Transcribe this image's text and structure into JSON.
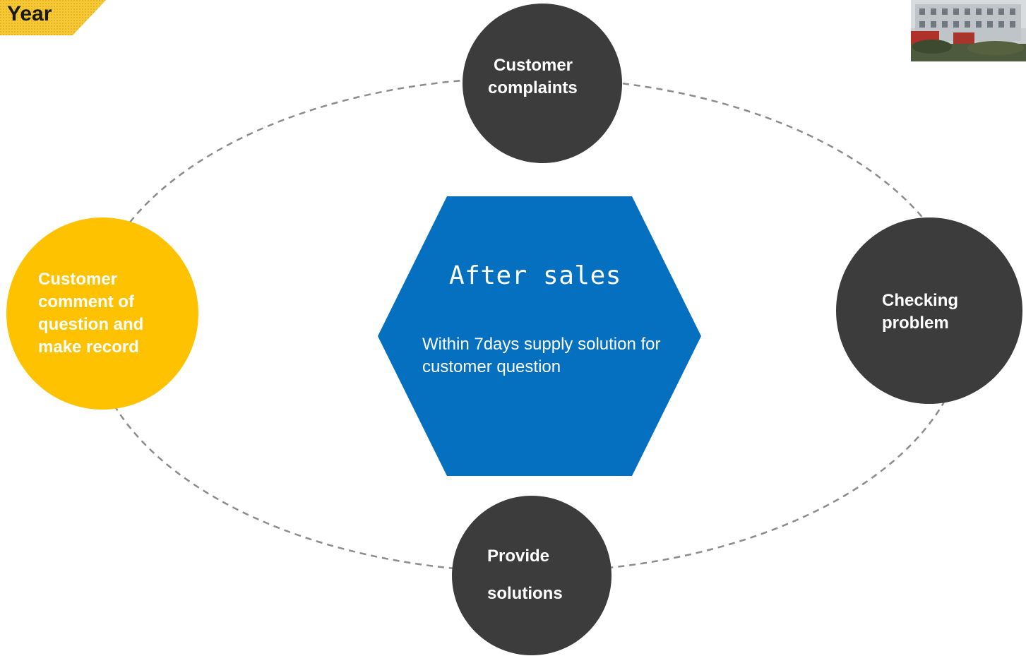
{
  "header": {
    "tag_label": "Year"
  },
  "colors": {
    "accent_yellow": "#FEC200",
    "dark_node": "#3C3C3C",
    "center_blue": "#0570BF",
    "ring_dash": "#8C8C8C"
  },
  "center": {
    "title": "After sales",
    "subtitle": "Within 7days supply solution for customer question"
  },
  "nodes": {
    "complaints": {
      "line1": "Customer",
      "line2": "complaints"
    },
    "checking": {
      "line1": "Checking",
      "line2": "problem"
    },
    "solutions": {
      "line1": "Provide",
      "line2": "solutions"
    },
    "record": {
      "line1": "Customer",
      "line2": "comment of",
      "line3": "question and",
      "line4": "make record"
    }
  },
  "photo": {
    "icon": "factory-building-photo"
  }
}
